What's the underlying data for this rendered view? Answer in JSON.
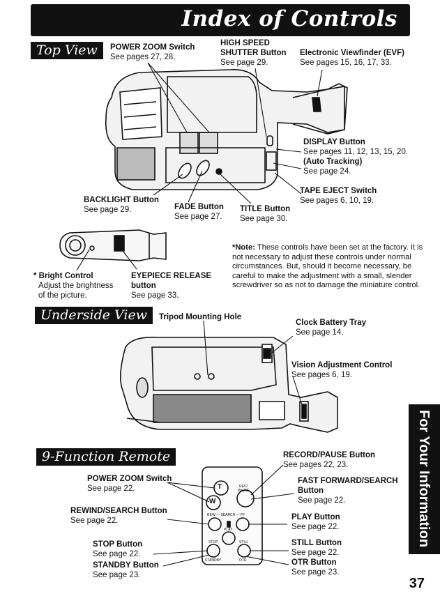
{
  "header": {
    "title": "Index of Controls"
  },
  "sections": {
    "top_view": "Top View",
    "underside_view": "Underside View",
    "remote": "9-Function Remote"
  },
  "top_labels": {
    "power_zoom": {
      "title": "POWER ZOOM Switch",
      "ref": "See pages 27, 28."
    },
    "high_speed": {
      "title1": "HIGH SPEED",
      "title2": "SHUTTER Button",
      "ref": "See page 29."
    },
    "evf": {
      "title": "Electronic Viewfinder (EVF)",
      "ref": "See pages 15, 16, 17, 33."
    },
    "display": {
      "title": "DISPLAY Button",
      "ref1": "See pages 11, 12, 13, 15, 20.",
      "title2": "(Auto Tracking)",
      "ref2": "See page 24."
    },
    "tape_eject": {
      "title": "TAPE EJECT Switch",
      "ref": "See pages 6, 10, 19."
    },
    "backlight": {
      "title": "BACKLIGHT Button",
      "ref": "See page 29."
    },
    "fade": {
      "title": "FADE Button",
      "ref": "See page 27."
    },
    "title_btn": {
      "title": "TITLE Button",
      "ref": "See page 30."
    },
    "bright": {
      "title": "* Bright Control",
      "line2": "Adjust the brightness",
      "line3": "of the picture."
    },
    "eyepiece": {
      "title": "EYEPIECE RELEASE",
      "line2": "button",
      "ref": "See page 33."
    }
  },
  "note": {
    "lead": "*Note:",
    "text": " These controls have been set at the factory. It is not necessary to adjust these controls under normal circumstances. But, should it become necessary, be careful to make the adjustment with a small, slender screwdriver so as not to damage the miniature control."
  },
  "under_labels": {
    "tripod": {
      "title": "Tripod Mounting Hole"
    },
    "clock": {
      "title": "Clock Battery Tray",
      "ref": "See page 14."
    },
    "vision": {
      "title": "Vision Adjustment Control",
      "ref": "See pages 6, 19."
    }
  },
  "remote_labels": {
    "record": {
      "title": "RECORD/PAUSE Button",
      "ref": "See pages 22, 23."
    },
    "power_zoom": {
      "title": "POWER ZOOM Switch",
      "ref": "See page 22."
    },
    "ffwd": {
      "title1": "FAST FORWARD/SEARCH",
      "title2": "Button",
      "ref": "See page 22."
    },
    "rewind": {
      "title": "REWIND/SEARCH Button",
      "ref": "See page 22."
    },
    "play": {
      "title": "PLAY Button",
      "ref": "See page 22."
    },
    "stop": {
      "title": "STOP Button",
      "ref": "See page 22."
    },
    "still": {
      "title": "STILL Button",
      "ref": "See page 22."
    },
    "standby": {
      "title": "STANDBY Button",
      "ref": "See page 23."
    },
    "otr": {
      "title": "OTR Button",
      "ref": "See page 23."
    }
  },
  "remote_keys": {
    "t": "T",
    "w": "W",
    "rec": "REC/",
    "pause": "PAUSE",
    "search_row": "REW — SEARCH — FF",
    "play": "PLAY",
    "stop": "STOP",
    "still": "STILL",
    "standby": "STANDBY",
    "otr": "OTR"
  },
  "side_tab": "For Your Information",
  "page_number": "37"
}
